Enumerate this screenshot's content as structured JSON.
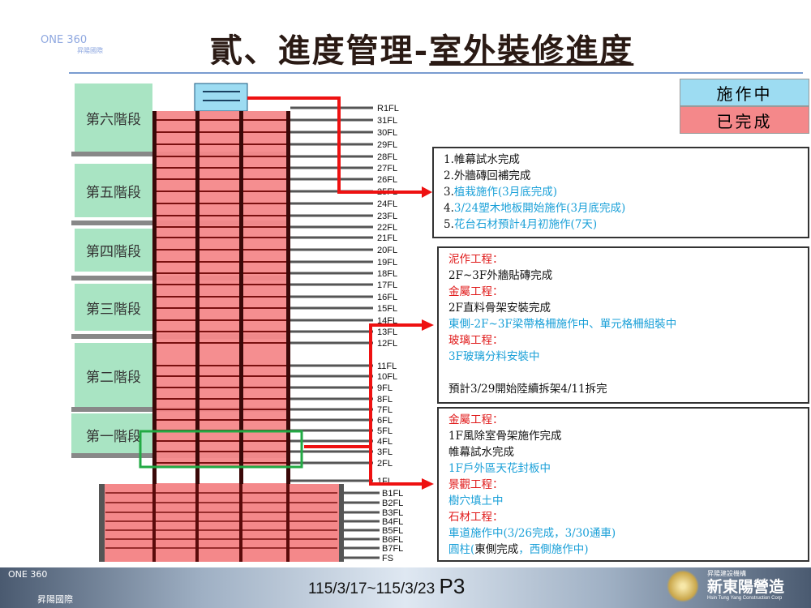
{
  "header": {
    "title_prefix": "貳、進度管理-",
    "title_underlined": "室外裝修進度"
  },
  "logo": {
    "brand_top": "ONE 360",
    "brand_sub": "昇陽國際"
  },
  "legend": [
    {
      "label": "施作中",
      "color": "#9ddcf2"
    },
    {
      "label": "已完成",
      "color": "#f4888a"
    }
  ],
  "stages": [
    "第六階段",
    "第五階段",
    "第四階段",
    "第三階段",
    "第二階段",
    "第一階段"
  ],
  "floors_tower": [
    "R1FL",
    "31FL",
    "30FL",
    "29FL",
    "28FL",
    "27FL",
    "26FL",
    "25FL",
    "24FL",
    "23FL",
    "22FL",
    "21FL",
    "20FL",
    "19FL",
    "18FL",
    "17FL",
    "16FL",
    "15FL",
    "14FL",
    "13FL",
    "12FL",
    "11FL",
    "10FL",
    "9FL",
    "8FL",
    "7FL",
    "6FL",
    "5FL",
    "4FL",
    "3FL",
    "2FL",
    "1FL"
  ],
  "floors_basement": [
    "B1FL",
    "B2FL",
    "B3FL",
    "B4FL",
    "B5FL",
    "B6FL",
    "B7FL",
    "FS"
  ],
  "notes": {
    "top": [
      {
        "t": "1.帷幕試水完成",
        "c": "blk"
      },
      {
        "t": "2.外牆磚回補完成",
        "c": "blk"
      },
      {
        "t": "3.植栽施作(3月底完成)",
        "c": "blu",
        "n": "3."
      },
      {
        "t": "4.3/24塑木地板開始施作(3月底完成)",
        "c": "blu",
        "n": "4."
      },
      {
        "t": "5.花台石材預計4月初施作(7天)",
        "c": "blu",
        "n": "5."
      }
    ],
    "middle": [
      {
        "t": "泥作工程：",
        "c": "red"
      },
      {
        "t": "2F~3F外牆貼磚完成",
        "c": "blk"
      },
      {
        "t": "金屬工程：",
        "c": "red"
      },
      {
        "t": "2F直料骨架安裝完成",
        "c": "blk"
      },
      {
        "t": "東側-2F~3F梁帶格柵施作中、單元格柵組裝中",
        "c": "blu"
      },
      {
        "t": "玻璃工程：",
        "c": "red"
      },
      {
        "t": "3F玻璃分料安裝中",
        "c": "blu"
      },
      {
        "t": "",
        "c": "blk"
      },
      {
        "t": "預計3/29開始陸續拆架4/11拆完",
        "c": "blk"
      }
    ],
    "bottom": [
      {
        "t": "金屬工程：",
        "c": "red"
      },
      {
        "t": "1F風除室骨架施作完成",
        "c": "blk"
      },
      {
        "t": "帷幕試水完成",
        "c": "blk"
      },
      {
        "t": "1F戶外區天花封板中",
        "c": "blu"
      },
      {
        "t": "景觀工程：",
        "c": "red"
      },
      {
        "t": "樹穴填土中",
        "c": "blu"
      },
      {
        "t": "石材工程：",
        "c": "red"
      },
      {
        "t": "車道施作中(3/26完成，3/30通車)",
        "c": "blu"
      },
      {
        "t": "圓柱(東側完成，西側施作中)",
        "c": "mix"
      }
    ]
  },
  "footer": {
    "date_range": "115/3/17~115/3/23",
    "page": "P3",
    "company_small": "昇陽建設機構",
    "company": "新東陽營造",
    "company_en": "Hsin Tung Yang Construction Corp",
    "brand_left": "ONE 360",
    "brand_left_sub": "昇陽國際"
  },
  "colors": {
    "in_progress": "#9ddcf2",
    "completed": "#f4888a",
    "arrow": "#ee1111",
    "highlight": "#22aa44",
    "stage": "#a9e4c3"
  }
}
